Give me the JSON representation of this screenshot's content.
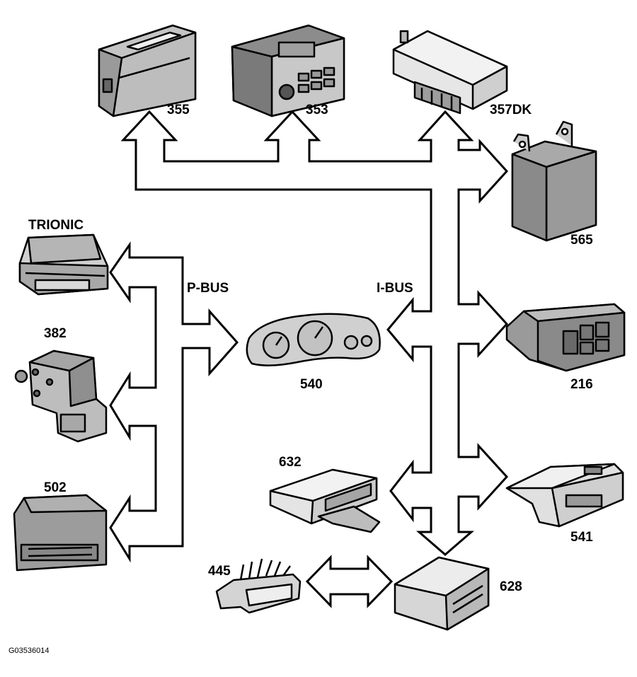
{
  "bus_labels": {
    "pbus": "P-BUS",
    "ibus": "I-BUS"
  },
  "modules": {
    "m355": "355",
    "m353": "353",
    "m357": "357DK",
    "m565": "565",
    "trionic": "TRIONIC",
    "m382": "382",
    "m502": "502",
    "m540": "540",
    "m216": "216",
    "m632": "632",
    "m541": "541",
    "m445": "445",
    "m628": "628"
  },
  "figure_id": "G03536014"
}
